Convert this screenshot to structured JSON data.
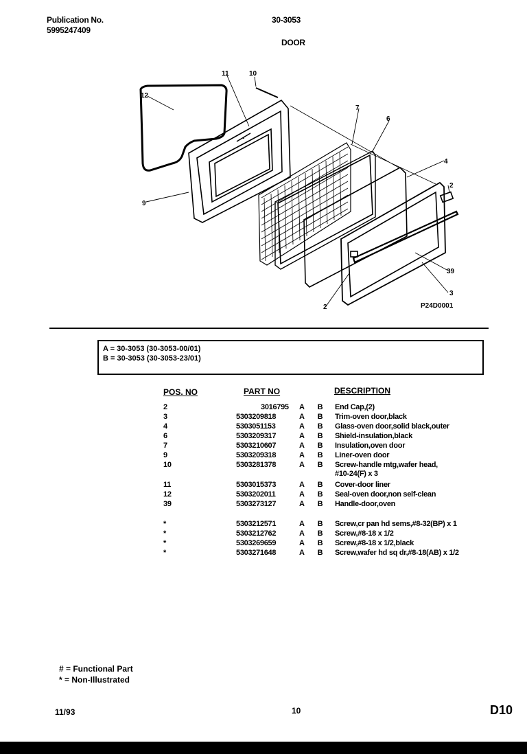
{
  "header": {
    "pub_label": "Publication No.",
    "pub_number": "5995247409",
    "model_code": "30-3053",
    "section_title": "DOOR"
  },
  "diagram": {
    "drawing_id": "P24D0001",
    "callouts": [
      "12",
      "11",
      "10",
      "7",
      "6",
      "4",
      "2",
      "9",
      "39",
      "3",
      "2"
    ]
  },
  "models": [
    {
      "key": "A",
      "text": "A  =  30-3053 (30-3053-00/01)"
    },
    {
      "key": "B",
      "text": "B  =  30-3053 (30-3053-23/01)"
    }
  ],
  "table": {
    "headers": {
      "pos": "POS. NO",
      "part": "PART NO",
      "desc": "DESCRIPTION"
    },
    "rows": [
      {
        "pos": "2",
        "part": "3016795",
        "ab": "A B",
        "desc": "End Cap,(2)"
      },
      {
        "pos": "3",
        "part": "5303209818",
        "ab": "A B",
        "desc": "Trim-oven door,black"
      },
      {
        "pos": "4",
        "part": "5303051153",
        "ab": "A B",
        "desc": "Glass-oven door,solid black,outer"
      },
      {
        "pos": "6",
        "part": "5303209317",
        "ab": "A B",
        "desc": "Shield-insulation,black"
      },
      {
        "pos": "7",
        "part": "5303210607",
        "ab": "A B",
        "desc": "Insulation,oven door"
      },
      {
        "pos": "9",
        "part": "5303209318",
        "ab": "A B",
        "desc": "Liner-oven door"
      },
      {
        "pos": "10",
        "part": "5303281378",
        "ab": "A B",
        "desc": "Screw-handle mtg,wafer head,",
        "desc2": "#10-24(F) x 3"
      },
      {
        "pos": "11",
        "part": "5303015373",
        "ab": "A B",
        "desc": "Cover-door liner"
      },
      {
        "pos": "12",
        "part": "5303202011",
        "ab": "A B",
        "desc": "Seal-oven door,non self-clean"
      },
      {
        "pos": "39",
        "part": "5303273127",
        "ab": "A B",
        "desc": "Handle-door,oven"
      },
      {
        "pos": "*",
        "part": "5303212571",
        "ab": "A B",
        "desc": "Screw,cr pan hd sems,#8-32(BP) x 1"
      },
      {
        "pos": "*",
        "part": "5303212762",
        "ab": "A B",
        "desc": "Screw,#8-18 x 1/2"
      },
      {
        "pos": "*",
        "part": "5303269659",
        "ab": "A B",
        "desc": "Screw,#8-18 x 1/2,black"
      },
      {
        "pos": "*",
        "part": "5303271648",
        "ab": "A B",
        "desc": "Screw,wafer hd sq dr,#8-18(AB) x 1/2"
      }
    ]
  },
  "legend": {
    "functional": "# = Functional Part",
    "non_illustrated": "* = Non-Illustrated"
  },
  "footer": {
    "date": "11/93",
    "page": "10",
    "code": "D10"
  }
}
